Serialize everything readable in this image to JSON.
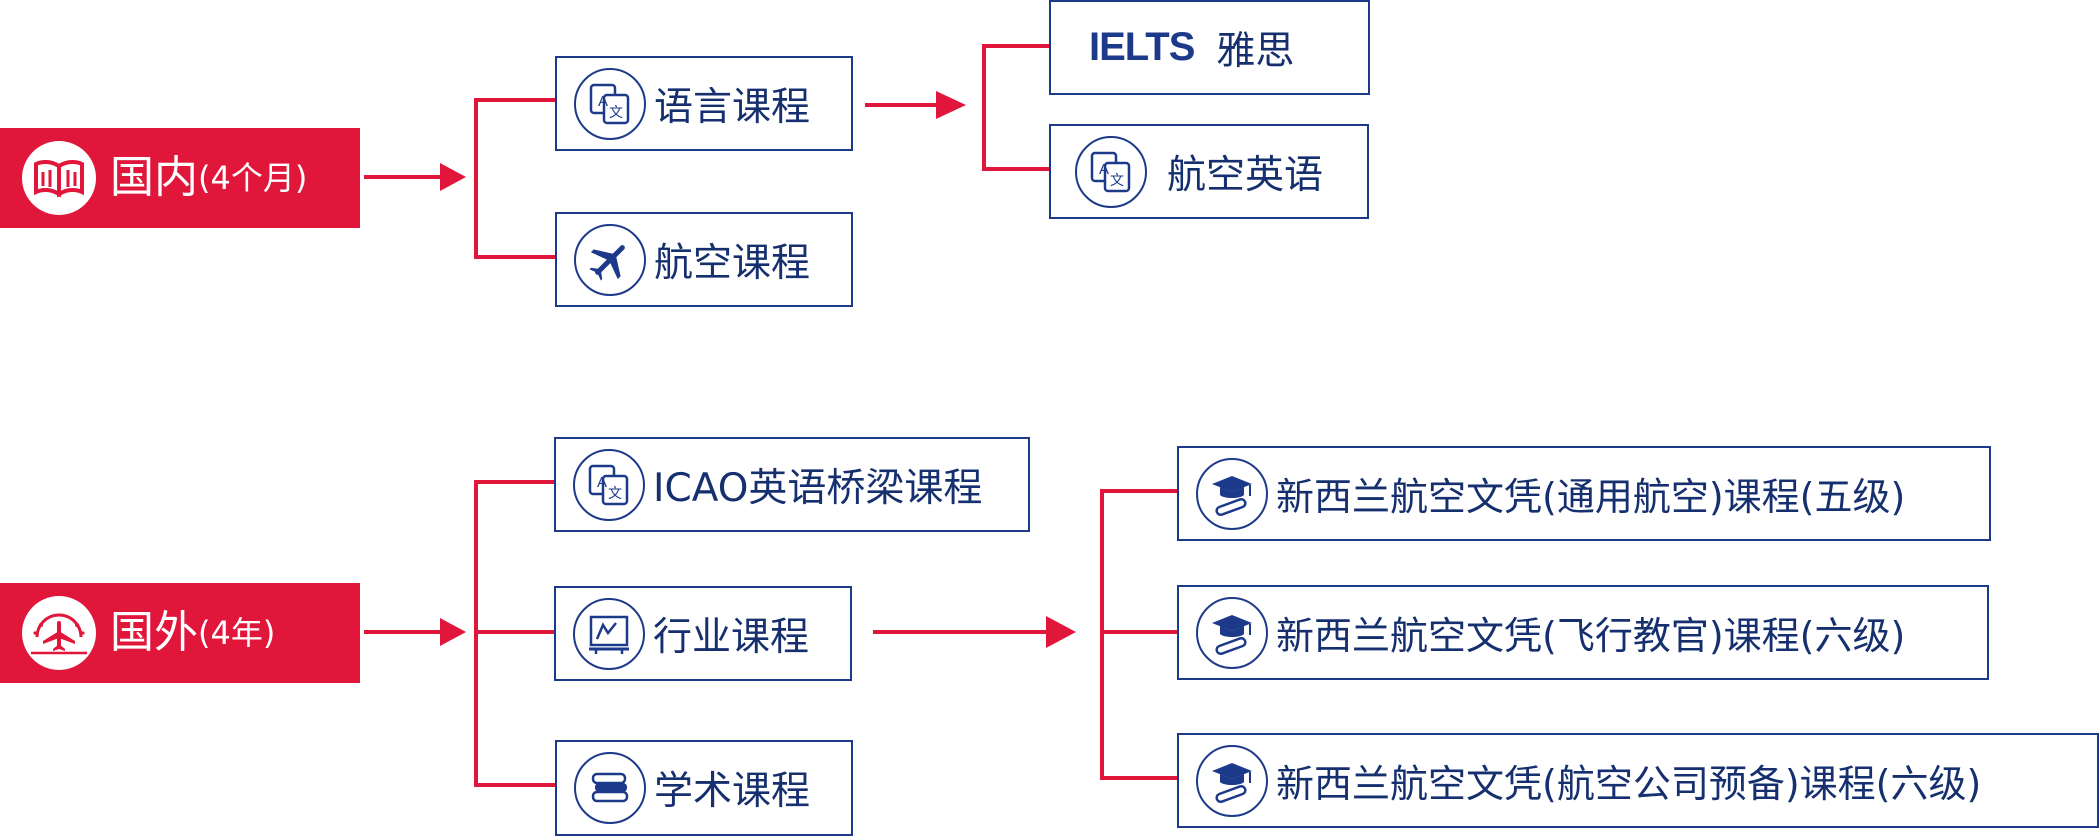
{
  "colors": {
    "accent": "#e0163b",
    "navy": "#1d3a8a",
    "text": "#16306f"
  },
  "domestic": {
    "title": "国内",
    "duration": "(4个月)",
    "icon": "open-book-icon",
    "courses": [
      {
        "label": "语言课程",
        "icon": "translate-icon"
      },
      {
        "label": "航空课程",
        "icon": "airplane-icon"
      }
    ],
    "language_options": [
      {
        "logo": "IELTS",
        "label": "雅思"
      },
      {
        "label": "航空英语",
        "icon": "translate-icon"
      }
    ]
  },
  "overseas": {
    "title": "国外",
    "duration": "(4年)",
    "icon": "departing-plane-icon",
    "courses": [
      {
        "label": "ICAO英语桥梁课程",
        "icon": "translate-icon"
      },
      {
        "label": "行业课程",
        "icon": "whiteboard-icon"
      },
      {
        "label": "学术课程",
        "icon": "books-icon"
      }
    ],
    "diplomas": [
      {
        "label": "新西兰航空文凭(通用航空)课程(五级)",
        "icon": "graduation-cap-icon"
      },
      {
        "label": "新西兰航空文凭(飞行教官)课程(六级)",
        "icon": "graduation-cap-icon"
      },
      {
        "label": "新西兰航空文凭(航空公司预备)课程(六级)",
        "icon": "graduation-cap-icon"
      }
    ]
  }
}
